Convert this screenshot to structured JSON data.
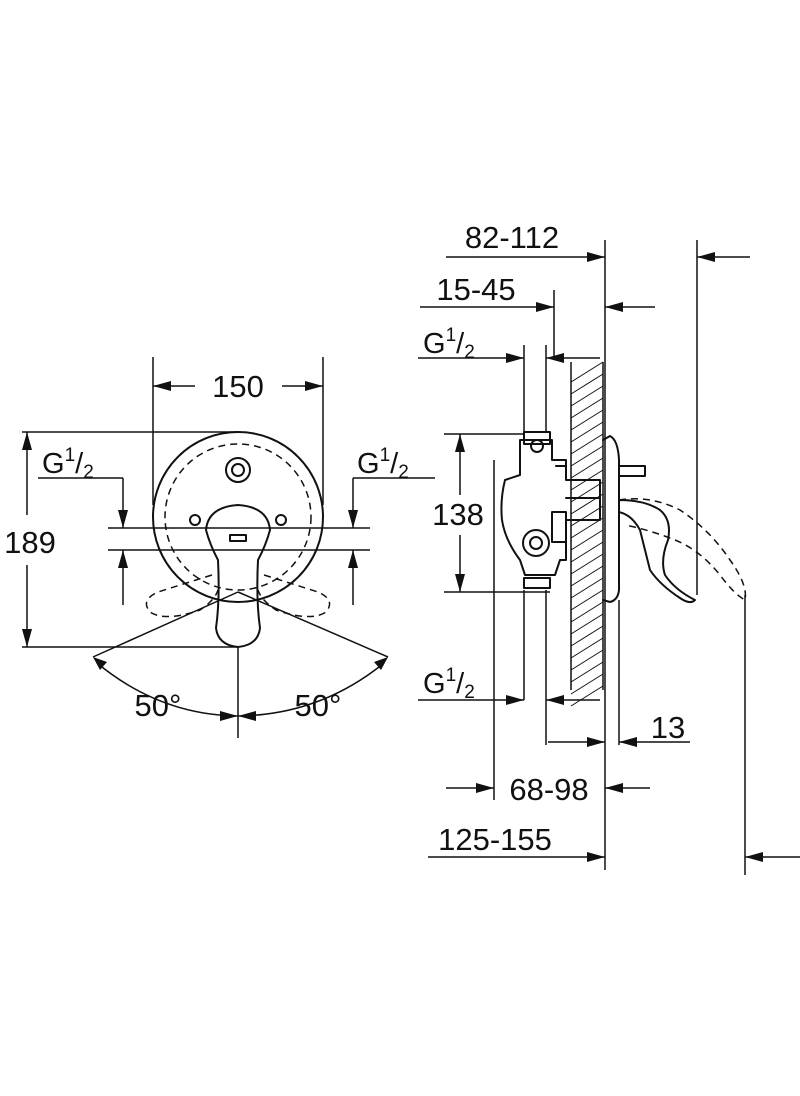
{
  "front_view": {
    "width_dim": "150",
    "height_dim": "189",
    "angle_left": "50°",
    "angle_right": "50°",
    "thread_left": {
      "main": "G",
      "num": "1",
      "den": "2"
    },
    "thread_right": {
      "main": "G",
      "num": "1",
      "den": "2"
    }
  },
  "side_view": {
    "dim_82_112": "82-112",
    "dim_15_45": "15-45",
    "dim_138": "138",
    "dim_13": "13",
    "dim_68_98": "68-98",
    "dim_125_155": "125-155",
    "thread_top": {
      "main": "G",
      "num": "1",
      "den": "2"
    },
    "thread_bottom": {
      "main": "G",
      "num": "1",
      "den": "2"
    }
  }
}
